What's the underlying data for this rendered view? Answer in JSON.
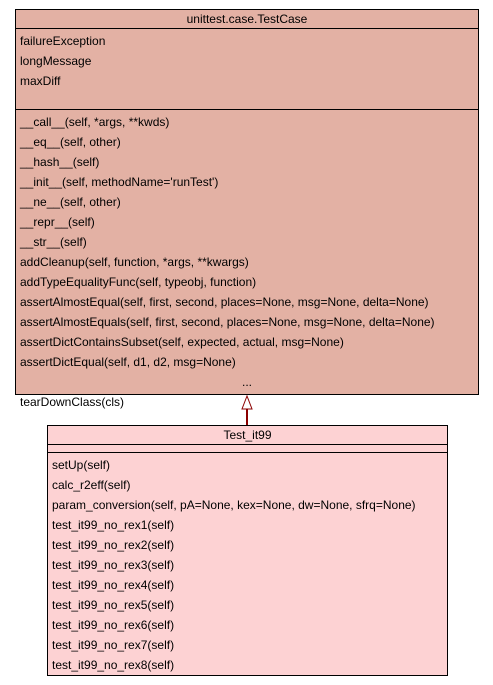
{
  "base_class": {
    "name": "unittest.case.TestCase",
    "attributes": [
      "failureException",
      "longMessage",
      "maxDiff"
    ],
    "methods": [
      "__call__(self, *args, **kwds)",
      "__eq__(self, other)",
      "__hash__(self)",
      "__init__(self, methodName='runTest')",
      "__ne__(self, other)",
      "__repr__(self)",
      "__str__(self)",
      "addCleanup(self, function, *args, **kwargs)",
      "addTypeEqualityFunc(self, typeobj, function)",
      "assertAlmostEqual(self, first, second, places=None, msg=None, delta=None)",
      "assertAlmostEquals(self, first, second, places=None, msg=None, delta=None)",
      "assertDictContainsSubset(self, expected, actual, msg=None)",
      "assertDictEqual(self, d1, d2, msg=None)"
    ],
    "ellipsis": "...",
    "last_method": "tearDownClass(cls)",
    "fill_color": "#e3b1a4"
  },
  "derived_class": {
    "name": "Test_it99",
    "attributes": [],
    "methods": [
      "setUp(self)",
      "calc_r2eff(self)",
      "param_conversion(self, pA=None, kex=None, dw=None, sfrq=None)",
      "test_it99_no_rex1(self)",
      "test_it99_no_rex2(self)",
      "test_it99_no_rex3(self)",
      "test_it99_no_rex4(self)",
      "test_it99_no_rex5(self)",
      "test_it99_no_rex6(self)",
      "test_it99_no_rex7(self)",
      "test_it99_no_rex8(self)"
    ],
    "fill_color": "#fdd2d3"
  },
  "relationship": {
    "type": "inheritance",
    "color": "#8b0000"
  }
}
